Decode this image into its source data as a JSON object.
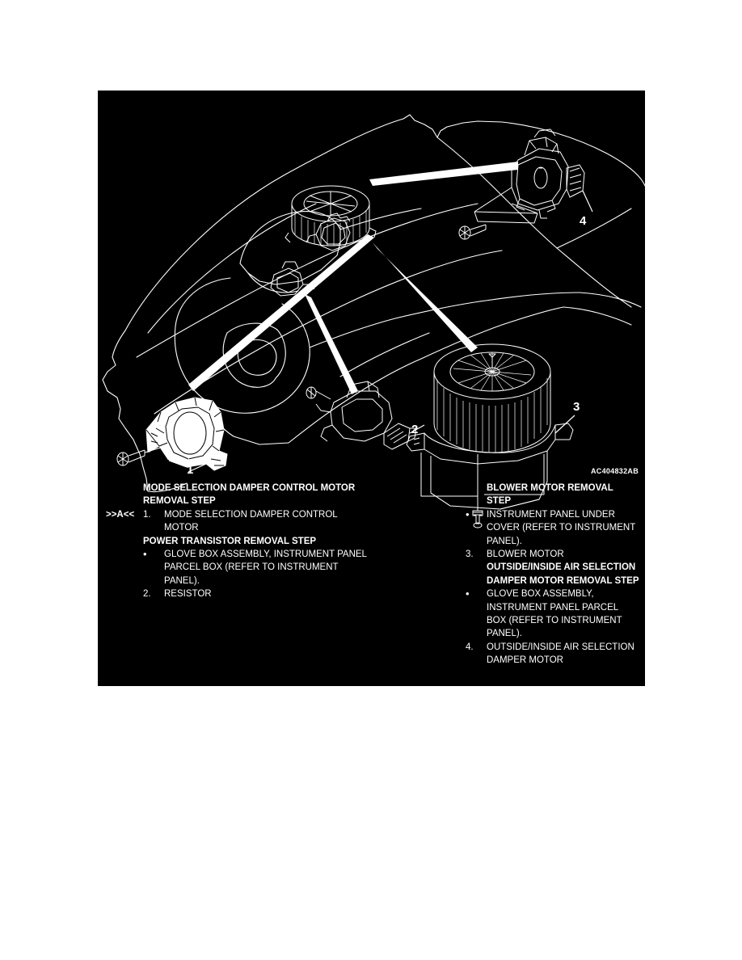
{
  "figure": {
    "part_code": "AC404832AB",
    "background_color": "#000000",
    "line_color": "#ffffff",
    "callouts": [
      {
        "number": "1",
        "target": "mode-selection-damper-control-motor"
      },
      {
        "number": "2",
        "target": "power-transistor-resistor"
      },
      {
        "number": "3",
        "target": "blower-motor"
      },
      {
        "number": "4",
        "target": "outside-inside-air-selection-damper-motor"
      }
    ]
  },
  "left_column": {
    "sections": [
      {
        "heading": "MODE SELECTION DAMPER CONTROL MOTOR REMOVAL STEP",
        "items": [
          {
            "ref_marker": ">>A<<",
            "marker": "1.",
            "text": "MODE SELECTION DAMPER CONTROL MOTOR"
          }
        ]
      },
      {
        "heading": "POWER TRANSISTOR REMOVAL STEP",
        "items": [
          {
            "ref_marker": "",
            "marker": "•",
            "text": "GLOVE BOX ASSEMBLY, INSTRUMENT PANEL PARCEL BOX (REFER TO INSTRUMENT PANEL)."
          },
          {
            "ref_marker": "",
            "marker": "2.",
            "text": "RESISTOR"
          }
        ]
      }
    ]
  },
  "right_column": {
    "sections": [
      {
        "heading": "BLOWER MOTOR REMOVAL STEP",
        "items": [
          {
            "marker": "•",
            "text": "INSTRUMENT PANEL UNDER COVER (REFER TO INSTRUMENT PANEL)."
          },
          {
            "marker": "3.",
            "text": "BLOWER MOTOR"
          }
        ]
      },
      {
        "heading": "OUTSIDE/INSIDE AIR SELECTION DAMPER MOTOR REMOVAL STEP",
        "items": [
          {
            "marker": "•",
            "text": "GLOVE BOX ASSEMBLY, INSTRUMENT PANEL PARCEL BOX (REFER TO INSTRUMENT PANEL)."
          },
          {
            "marker": "4.",
            "text": "OUTSIDE/INSIDE AIR SELECTION DAMPER MOTOR"
          }
        ]
      }
    ]
  }
}
